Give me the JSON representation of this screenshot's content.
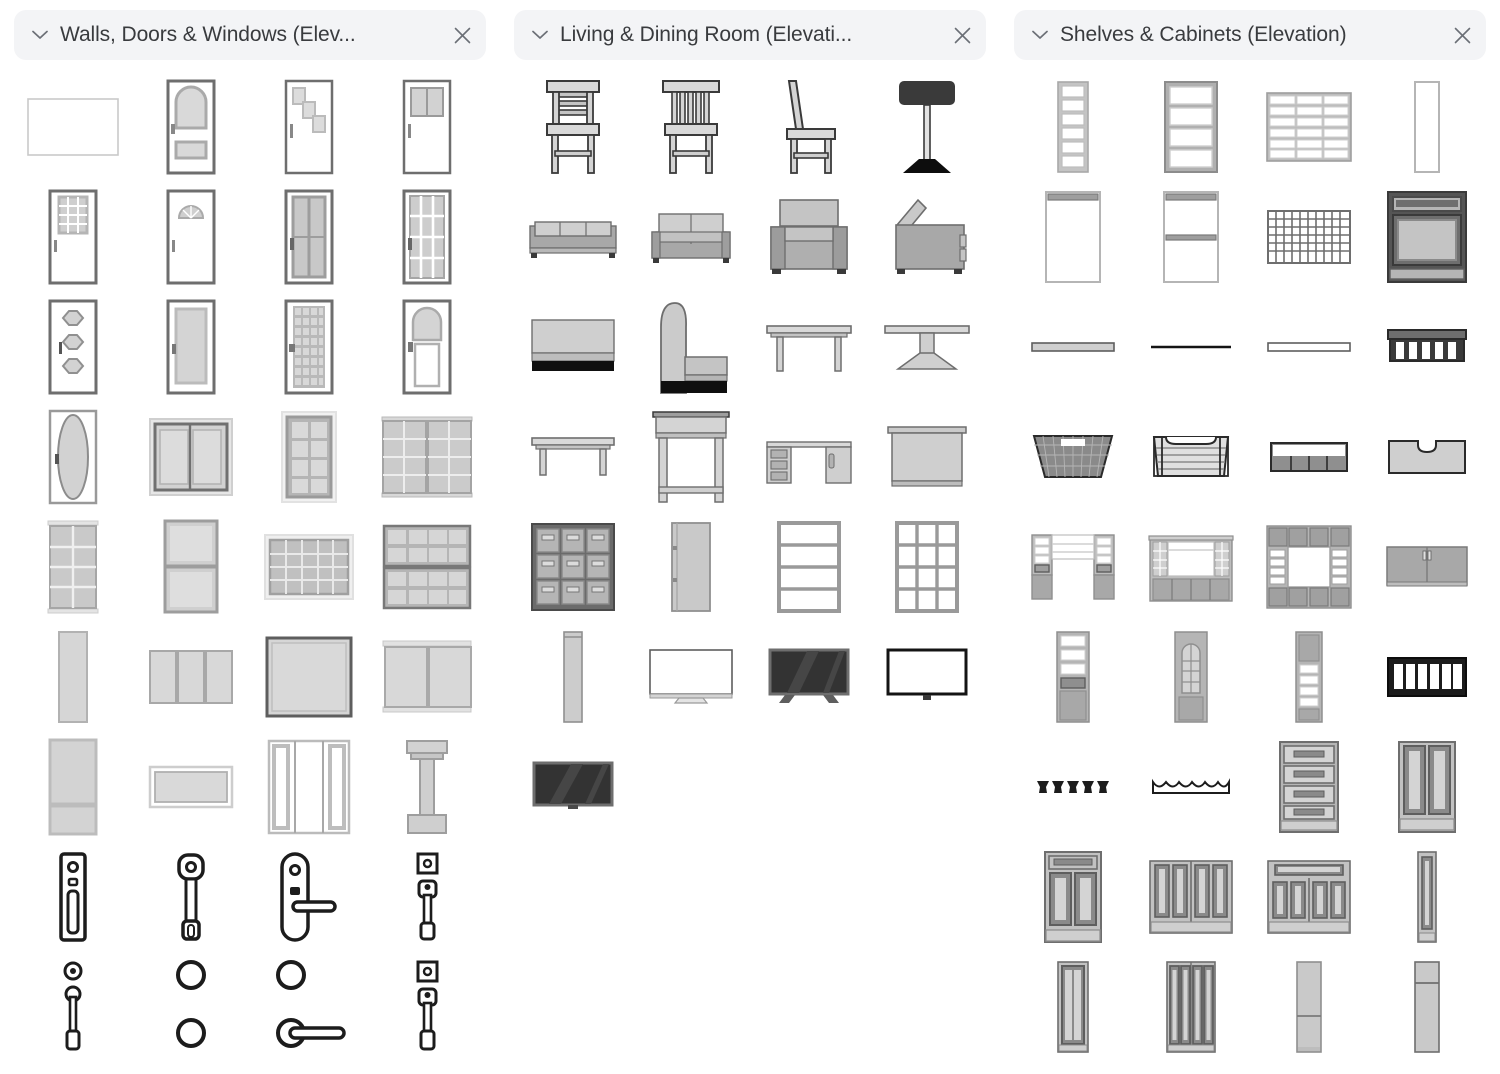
{
  "panels": [
    {
      "id": "walls-doors-windows",
      "title": "Walls, Doors & Windows (Elev...",
      "full_title": "Walls, Doors & Windows (Elevation)",
      "collapse_icon": "chevron-down-icon",
      "close_icon": "close-icon",
      "shapes": [
        {
          "name": "wall-elevation",
          "kind": "wall"
        },
        {
          "name": "door-arched-panel",
          "kind": "door_arch_panel"
        },
        {
          "name": "door-stepped-lights",
          "kind": "door_steps"
        },
        {
          "name": "door-top-double-light",
          "kind": "door_toplight2"
        },
        {
          "name": "door-12-light-upper",
          "kind": "door_grid_upper"
        },
        {
          "name": "door-fan-light",
          "kind": "door_fan"
        },
        {
          "name": "door-french-2-panel",
          "kind": "door_french2"
        },
        {
          "name": "door-full-12-light",
          "kind": "door_grid_full"
        },
        {
          "name": "door-three-hex-lights",
          "kind": "door_hex3"
        },
        {
          "name": "door-single-panel",
          "kind": "door_panel1"
        },
        {
          "name": "door-multi-light-grid",
          "kind": "door_multilight"
        },
        {
          "name": "door-arch-top-panel",
          "kind": "door_archtop"
        },
        {
          "name": "door-oval-light",
          "kind": "door_oval"
        },
        {
          "name": "window-sliding-2-panel",
          "kind": "win_slide2"
        },
        {
          "name": "window-8-light-casement",
          "kind": "win_8light"
        },
        {
          "name": "window-double-4x4-light",
          "kind": "win_4x4pair"
        },
        {
          "name": "window-8-light-tall",
          "kind": "win_8tall"
        },
        {
          "name": "window-double-hung",
          "kind": "win_dblhung"
        },
        {
          "name": "window-horizontal-grid",
          "kind": "win_hgrid"
        },
        {
          "name": "window-quad-grid",
          "kind": "win_quadgrid"
        },
        {
          "name": "window-narrow-fixed",
          "kind": "win_narrow"
        },
        {
          "name": "window-triple-casement",
          "kind": "win_triple"
        },
        {
          "name": "window-large-fixed",
          "kind": "win_bigfixed"
        },
        {
          "name": "window-double-fixed",
          "kind": "win_dblfixed"
        },
        {
          "name": "window-stacked-transom",
          "kind": "win_transom"
        },
        {
          "name": "window-awning-horizontal",
          "kind": "win_awning"
        },
        {
          "name": "door-sliding-glass",
          "kind": "door_slider"
        },
        {
          "name": "column-elevation",
          "kind": "column"
        },
        {
          "name": "door-hardware-mortise-lock",
          "kind": "hw_mortise"
        },
        {
          "name": "door-hardware-pull-round",
          "kind": "hw_pullround"
        },
        {
          "name": "door-hardware-lever-plate",
          "kind": "hw_leverplate"
        },
        {
          "name": "door-hardware-square-rose-set",
          "kind": "hw_squareset"
        },
        {
          "name": "door-hardware-knob-pull",
          "kind": "hw_knobpull"
        },
        {
          "name": "door-hardware-round-roses",
          "kind": "hw_roses"
        },
        {
          "name": "door-hardware-lever-handle",
          "kind": "hw_lever"
        },
        {
          "name": "door-hardware-square-plate-pull",
          "kind": "hw_sqplate"
        }
      ]
    },
    {
      "id": "living-dining-room",
      "title": "Living & Dining Room (Elevati...",
      "full_title": "Living & Dining Room (Elevation)",
      "collapse_icon": "chevron-down-icon",
      "close_icon": "close-icon",
      "shapes": [
        {
          "name": "dining-chair-ladder-back",
          "kind": "chair_ladder"
        },
        {
          "name": "dining-chair-spindle-back",
          "kind": "chair_spindle"
        },
        {
          "name": "dining-chair-side-view",
          "kind": "chair_side"
        },
        {
          "name": "bar-stool",
          "kind": "stool"
        },
        {
          "name": "sofa-three-seat",
          "kind": "sofa3"
        },
        {
          "name": "sofa-two-seat",
          "kind": "sofa2"
        },
        {
          "name": "armchair-front",
          "kind": "armchair"
        },
        {
          "name": "armchair-side",
          "kind": "armchair_side"
        },
        {
          "name": "bench-seat-front",
          "kind": "bench_front"
        },
        {
          "name": "banquette-side",
          "kind": "banquette"
        },
        {
          "name": "dining-table",
          "kind": "table_dining"
        },
        {
          "name": "pedestal-table",
          "kind": "table_pedestal"
        },
        {
          "name": "coffee-table",
          "kind": "table_coffee"
        },
        {
          "name": "console-table-tall",
          "kind": "table_console"
        },
        {
          "name": "desk-with-drawers",
          "kind": "desk"
        },
        {
          "name": "sideboard-cabinet",
          "kind": "sideboard"
        },
        {
          "name": "cubby-storage-unit",
          "kind": "cubby9"
        },
        {
          "name": "tall-cabinet-side",
          "kind": "cab_side"
        },
        {
          "name": "bookshelf-four-shelf",
          "kind": "shelf4"
        },
        {
          "name": "bookshelf-grid-12",
          "kind": "shelf_grid12"
        },
        {
          "name": "narrow-column-panel",
          "kind": "narrow_panel"
        },
        {
          "name": "tv-screen-white",
          "kind": "tv_white_stand"
        },
        {
          "name": "tv-screen-dark",
          "kind": "tv_dark_stand"
        },
        {
          "name": "tv-screen-outline",
          "kind": "tv_outline"
        },
        {
          "name": "tv-screen-dark-wide",
          "kind": "tv_dark_wide"
        }
      ]
    },
    {
      "id": "shelves-cabinets",
      "title": "Shelves & Cabinets (Elevation)",
      "full_title": "Shelves & Cabinets (Elevation)",
      "collapse_icon": "chevron-down-icon",
      "close_icon": "close-icon",
      "shapes": [
        {
          "name": "narrow-shelf-unit-6",
          "kind": "sh_narrow6"
        },
        {
          "name": "shelf-unit-4-bay",
          "kind": "sh_4bay"
        },
        {
          "name": "wide-shelf-grid",
          "kind": "sh_widegrid"
        },
        {
          "name": "blank-tall-panel",
          "kind": "sh_blanktall"
        },
        {
          "name": "open-cabinet-single",
          "kind": "sh_open1"
        },
        {
          "name": "open-cabinet-split",
          "kind": "sh_open2"
        },
        {
          "name": "wire-grid-panel",
          "kind": "sh_wiregrid"
        },
        {
          "name": "oven-range-unit",
          "kind": "sh_oven"
        },
        {
          "name": "shelf-board-plain",
          "kind": "sh_board"
        },
        {
          "name": "shelf-line-thin",
          "kind": "sh_line"
        },
        {
          "name": "shelf-board-outline",
          "kind": "sh_boardout"
        },
        {
          "name": "slatted-shelf-dark",
          "kind": "sh_slat"
        },
        {
          "name": "wire-basket-tapered",
          "kind": "sh_basket"
        },
        {
          "name": "wire-basket-open",
          "kind": "sh_basket2"
        },
        {
          "name": "divided-tray",
          "kind": "sh_tray"
        },
        {
          "name": "notched-bin",
          "kind": "sh_bin"
        },
        {
          "name": "wall-unit-bridge",
          "kind": "sh_bridge"
        },
        {
          "name": "entertainment-center",
          "kind": "sh_entctr"
        },
        {
          "name": "surround-bookcase",
          "kind": "sh_surround"
        },
        {
          "name": "wall-cabinet-double",
          "kind": "sh_wallcab"
        },
        {
          "name": "tall-shelf-tower-a",
          "kind": "sh_tower_a"
        },
        {
          "name": "tall-shelf-tower-arched",
          "kind": "sh_tower_arch"
        },
        {
          "name": "tall-shelf-tower-b",
          "kind": "sh_tower_b"
        },
        {
          "name": "slatted-rack-dark",
          "kind": "sh_rackdark"
        },
        {
          "name": "peg-hooks-row",
          "kind": "sh_pegs"
        },
        {
          "name": "wave-edge-shelf",
          "kind": "sh_wave"
        },
        {
          "name": "four-drawer-chest",
          "kind": "sh_drawers4"
        },
        {
          "name": "two-door-cabinet-tall",
          "kind": "sh_cab2door"
        },
        {
          "name": "cabinet-with-drawer",
          "kind": "sh_cabdrawer"
        },
        {
          "name": "four-door-cabinet",
          "kind": "sh_cab4door"
        },
        {
          "name": "cabinet-drawer-over-doors",
          "kind": "sh_cabcombo"
        },
        {
          "name": "narrow-tall-cabinet",
          "kind": "sh_narrowcab"
        },
        {
          "name": "tall-two-door-pantry",
          "kind": "sh_pantry2"
        },
        {
          "name": "tall-four-door-pantry",
          "kind": "sh_pantry4"
        },
        {
          "name": "tall-split-panel",
          "kind": "sh_splitpanel"
        },
        {
          "name": "tall-panel-top-box",
          "kind": "sh_topbox"
        }
      ]
    }
  ],
  "colors": {
    "header_bg": "#f3f4f6",
    "title_text": "#393b3e",
    "icon": "#6b6f76",
    "canvas_bg": "#ffffff",
    "shape_light": "#d4d4d4",
    "shape_mid": "#9e9e9e",
    "shape_dark": "#3a3a3a"
  }
}
